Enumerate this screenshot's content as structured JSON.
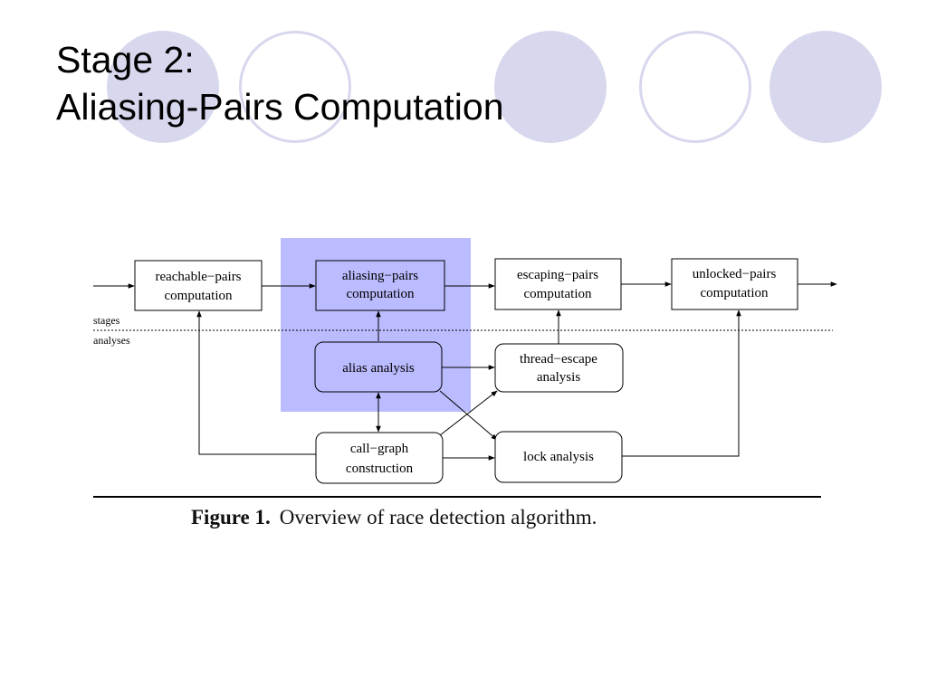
{
  "slide": {
    "title_line1": "Stage 2:",
    "title_line2": "Aliasing-Pairs Computation"
  },
  "colors": {
    "decoration": "#d7d7ee",
    "highlight": "#bbbbff"
  },
  "diagram": {
    "stages_label": "stages",
    "analyses_label": "analyses",
    "nodes": {
      "reachable": {
        "line1": "reachable−pairs",
        "line2": "computation"
      },
      "aliasing": {
        "line1": "aliasing−pairs",
        "line2": "computation"
      },
      "escaping": {
        "line1": "escaping−pairs",
        "line2": "computation"
      },
      "unlocked": {
        "line1": "unlocked−pairs",
        "line2": "computation"
      },
      "alias_analysis": {
        "line1": "alias analysis"
      },
      "thread_escape": {
        "line1": "thread−escape",
        "line2": "analysis"
      },
      "call_graph": {
        "line1": "call−graph",
        "line2": "construction"
      },
      "lock_analysis": {
        "line1": "lock analysis"
      }
    },
    "highlighted_stage": "aliasing"
  },
  "caption": {
    "label": "Figure 1.",
    "text": "Overview of race detection algorithm."
  }
}
